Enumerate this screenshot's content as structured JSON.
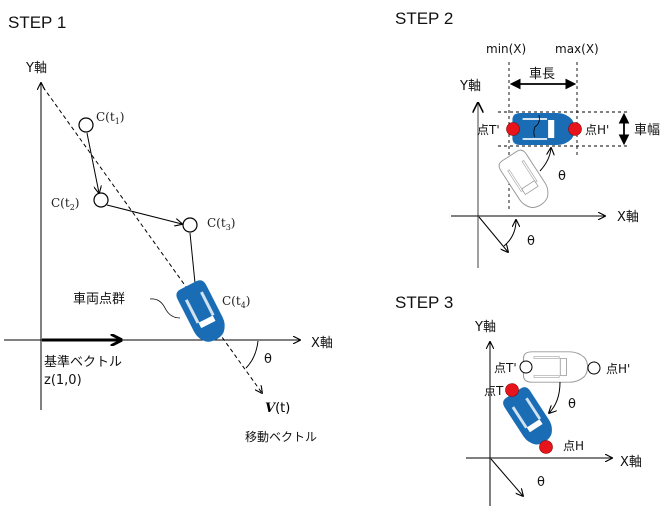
{
  "step1": {
    "title": "STEP 1",
    "y_axis": "Y軸",
    "x_axis": "X軸",
    "points": [
      {
        "label": "C(t",
        "sub": "1",
        "close": ")"
      },
      {
        "label": "C(t",
        "sub": "2",
        "close": ")"
      },
      {
        "label": "C(t",
        "sub": "3",
        "close": ")"
      },
      {
        "label": "C(t",
        "sub": "4",
        "close": ")"
      }
    ],
    "point_cloud_label": "車両点群",
    "reference_vector_label": "基準ベクトル",
    "reference_vector_value": "z(1,0)",
    "angle_label": "θ",
    "motion_vector_symbol": "V",
    "motion_vector_arg": "(t)",
    "motion_vector_label": "移動ベクトル",
    "car_color": "#1a6db5"
  },
  "step2": {
    "title": "STEP 2",
    "y_axis": "Y軸",
    "x_axis": "X軸",
    "min_label": "min(X)",
    "max_label": "max(X)",
    "length_label": "車長",
    "width_label": "車幅",
    "tail_point_label": "点T'",
    "head_point_label": "点H'",
    "angle_label_car": "θ",
    "angle_label_axis": "θ",
    "point_color": "#e8141b"
  },
  "step3": {
    "title": "STEP 3",
    "y_axis": "Y軸",
    "x_axis": "X軸",
    "ghost_tail_label": "点T'",
    "ghost_head_label": "点H'",
    "tail_point_label": "点T",
    "head_point_label": "点H",
    "angle_label_car": "θ",
    "angle_label_axis": "θ"
  }
}
